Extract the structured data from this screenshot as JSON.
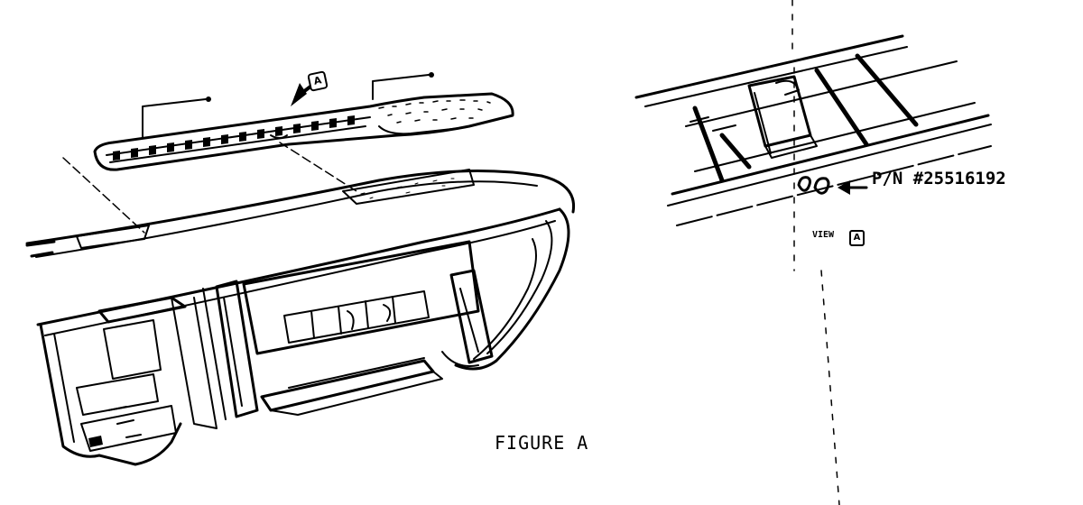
{
  "figure": {
    "caption": "FIGURE A"
  },
  "callouts": {
    "part_number": "P/N #25516192",
    "view_label": "VIEW",
    "view_ref": "A",
    "arrow_ref": "A"
  },
  "colors": {
    "ink": "#000000",
    "paper": "#ffffff"
  }
}
